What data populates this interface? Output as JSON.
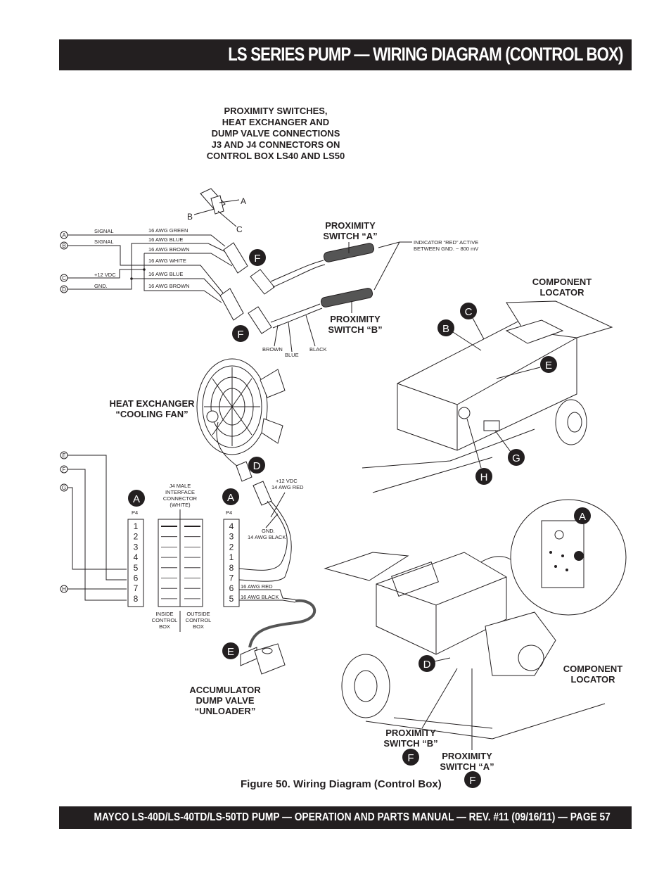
{
  "header": {
    "title": "LS SERIES PUMP — WIRING DIAGRAM (CONTROL BOX)"
  },
  "footer": {
    "text": "MAYCO LS-40D/LS-40TD/LS-50TD PUMP — OPERATION AND PARTS MANUAL — REV. #11  (09/16/11) — PAGE 57"
  },
  "figure": {
    "caption": "Figure 50. Wiring Diagram (Control Box)",
    "heading_lines": [
      "PROXIMITY SWITCHES,",
      "HEAT EXCHANGER AND",
      "DUMP VALVE CONNECTIONS",
      "J3 AND J4 CONNECTORS ON",
      "CONTROL BOX LS40 AND LS50"
    ],
    "connector_pins": {
      "a": "A",
      "b": "B",
      "c": "C"
    },
    "j3_terminals": [
      {
        "id": "A",
        "function": "SIGNAL"
      },
      {
        "id": "B",
        "function": "SIGNAL"
      },
      {
        "id": "C",
        "function": "+12 VDC"
      },
      {
        "id": "D",
        "function": "GND."
      }
    ],
    "j3_wires": [
      "16 AWG GREEN",
      "16 AWG BLUE",
      "16 AWG BROWN",
      "16 AWG WHITE",
      "16 AWG BLUE",
      "16 AWG BROWN"
    ],
    "prox_a_label": [
      "PROXIMITY",
      "SWITCH “A”"
    ],
    "prox_b_label": [
      "PROXIMITY",
      "SWITCH “B”"
    ],
    "indicator_note": [
      "INDICATOR “RED” ACTIVE",
      "BETWEEN GND. ~ 800 mV"
    ],
    "sensor_wires": {
      "brown": "BROWN",
      "blue": "BLUE",
      "black": "BLACK"
    },
    "fan_label": [
      "HEAT EXCHANGER",
      "“COOLING FAN”"
    ],
    "fan_power_label": [
      "+12 VDC",
      "14 AWG RED"
    ],
    "fan_gnd_label": [
      "GND.",
      "14 AWG BLACK"
    ],
    "j4_connector_label": [
      "J4 MALE",
      "INTERFACE",
      "CONNECTOR",
      "(WHITE)"
    ],
    "p4_label": "P4",
    "left_p4_pins": [
      "1",
      "2",
      "3",
      "4",
      "5",
      "6",
      "7",
      "8"
    ],
    "right_p4_pins": [
      "4",
      "3",
      "2",
      "1",
      "8",
      "7",
      "6",
      "5"
    ],
    "j4_terminals": [
      "E",
      "F",
      "G",
      "H"
    ],
    "dump_wires": [
      "16 AWG RED",
      "16 AWG BLACK"
    ],
    "inside_label": [
      "INSIDE",
      "CONTROL",
      "BOX"
    ],
    "outside_label": [
      "OUTSIDE",
      "CONTROL",
      "BOX"
    ],
    "valve_label": [
      "ACCUMULATOR",
      "DUMP VALVE",
      "“UNLOADER”"
    ],
    "component_locator_label": [
      "COMPONENT",
      "LOCATOR"
    ],
    "callouts": {
      "A": "A",
      "B": "B",
      "C": "C",
      "D": "D",
      "E": "E",
      "F": "F",
      "G": "G",
      "H": "H"
    }
  }
}
